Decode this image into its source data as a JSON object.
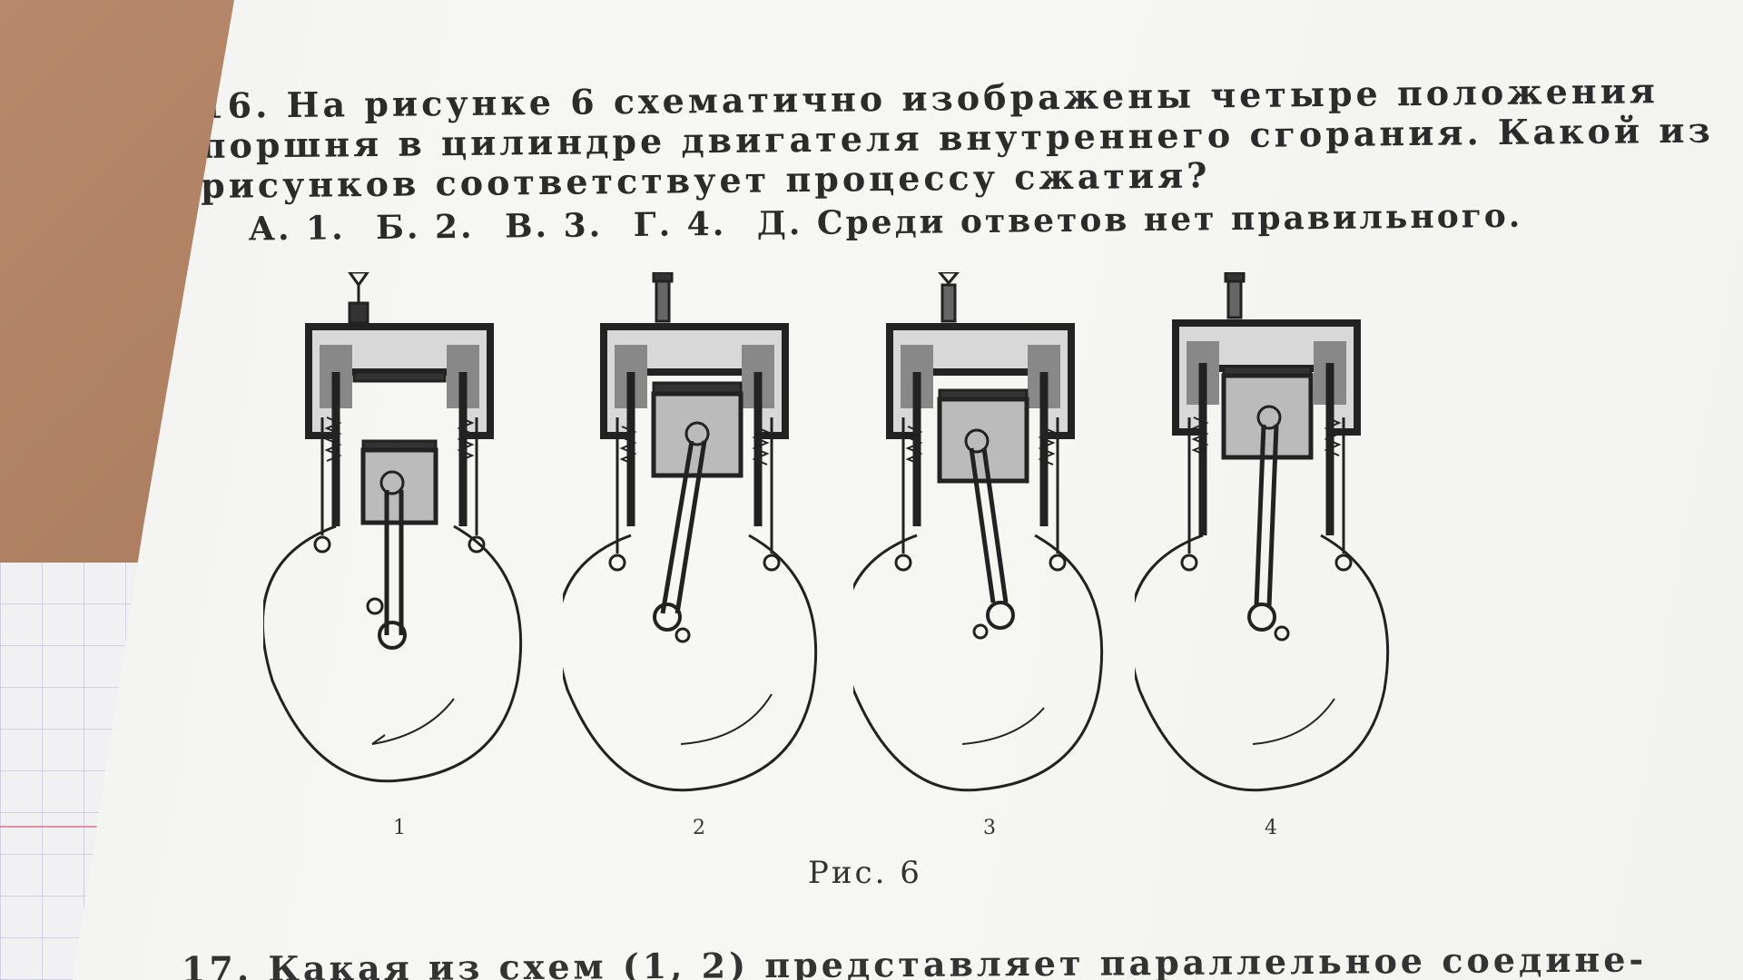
{
  "question": {
    "lines": [
      "16. На рисунке 6 схематично изображены четыре положения",
      "поршня в цилиндре двигателя внутреннего сгорания. Какой из",
      "рисунков соответствует процессу сжатия?"
    ],
    "answers": [
      "А. 1.",
      "Б. 2.",
      "В. 3.",
      "Г. 4.",
      "Д. Среди ответов нет правильного."
    ]
  },
  "figure": {
    "caption": "Рис. 6",
    "labels": [
      "1",
      "2",
      "3",
      "4"
    ]
  },
  "next_question": "17. Какая из схем (1, 2) представляет параллельное соедине-"
}
